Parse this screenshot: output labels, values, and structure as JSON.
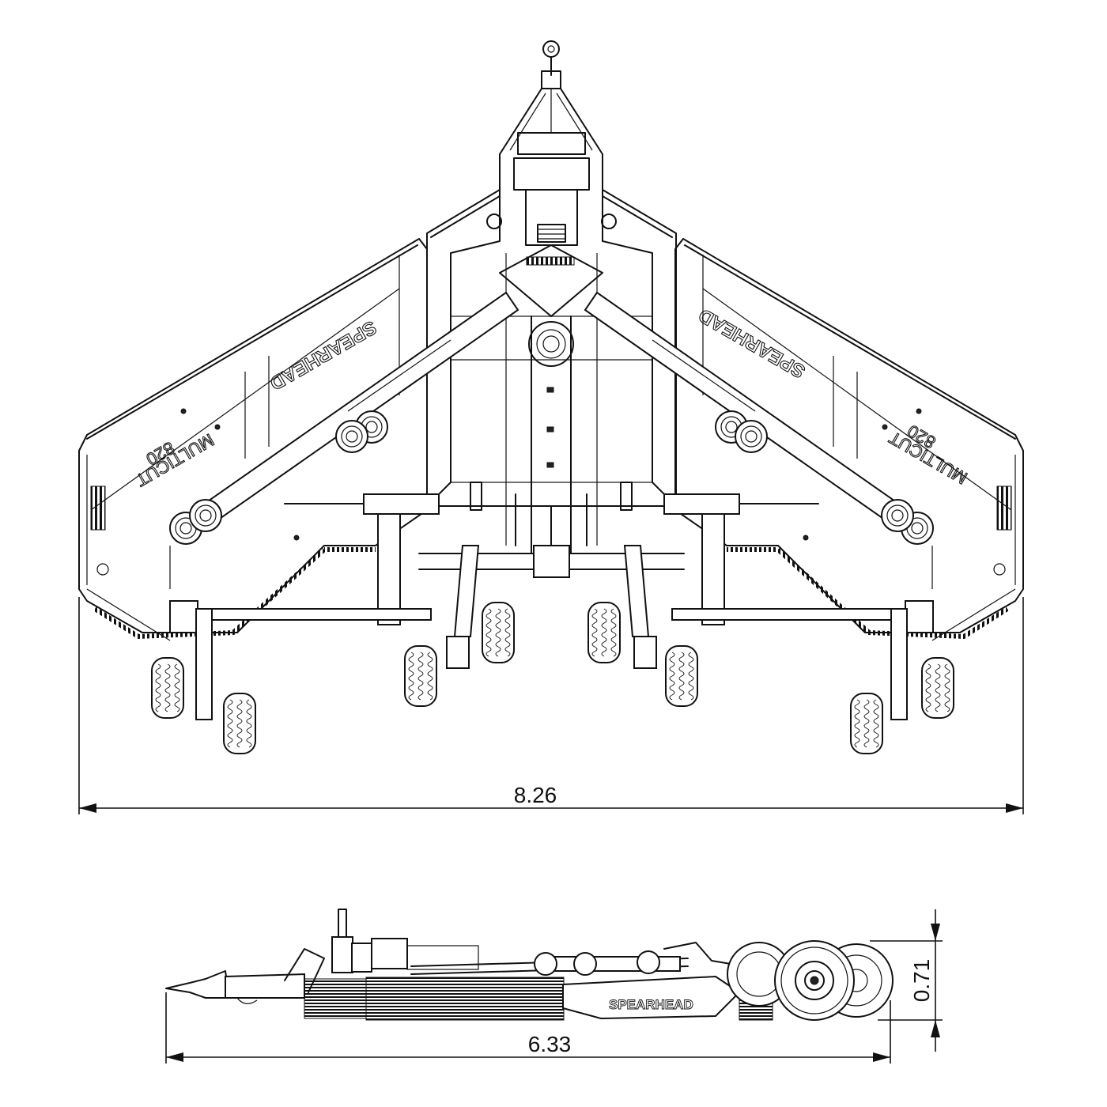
{
  "dimensions": {
    "width_top": "8.26",
    "length_side": "6.33",
    "height_side": "0.71"
  },
  "branding": {
    "brand": "SPEARHEAD",
    "model_line1": "MULTICUT",
    "model_line2": "820"
  }
}
